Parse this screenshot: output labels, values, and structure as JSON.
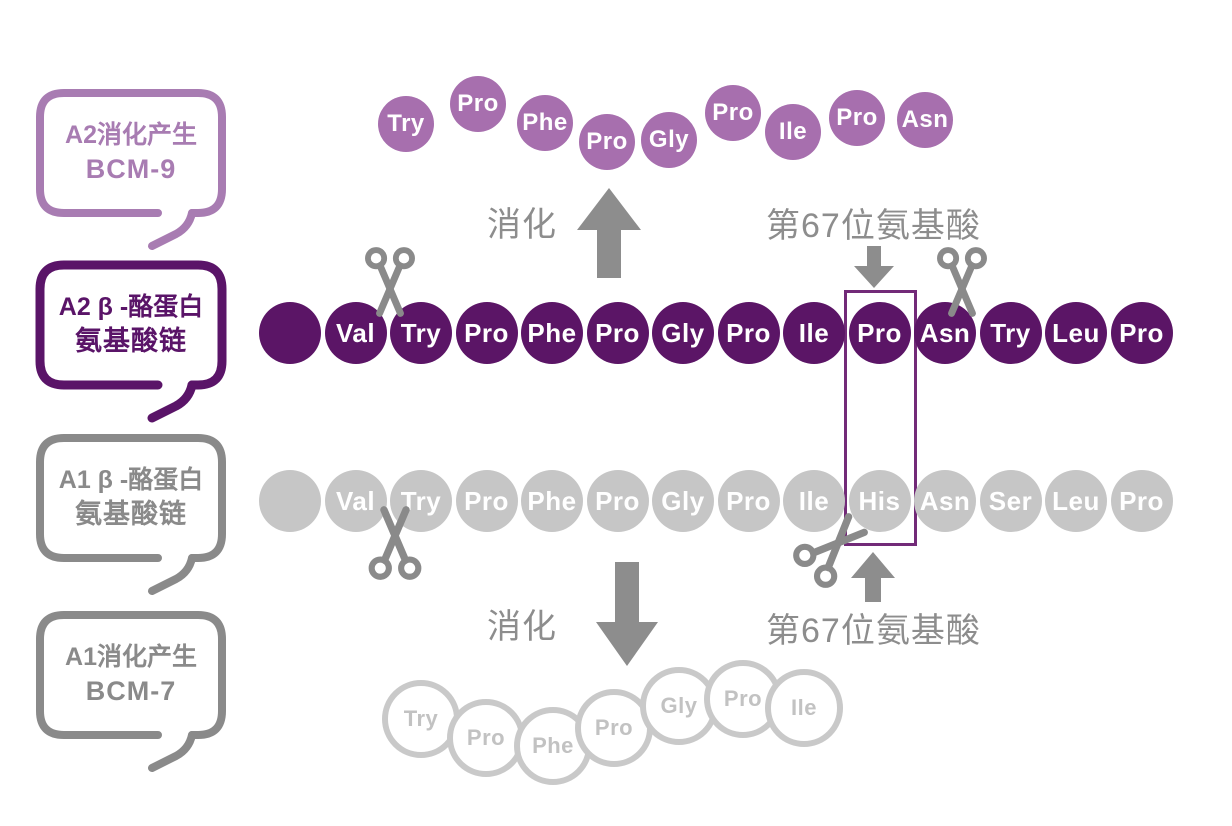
{
  "colors": {
    "a2_node": "#5b1566",
    "bcm9_node": "#a76fae",
    "a1_node": "#c6c6c6",
    "bcm7_node_border": "#c9c9c9",
    "bcm7_node_text": "#c2c2c2",
    "node_text": "#ffffff",
    "annotation_gray": "#8d8d8d",
    "highlight_box": "#722a78",
    "bubble_a2_product": "#a87cb2",
    "bubble_a2_chain": "#5a1468",
    "bubble_gray": "#8a8a8a"
  },
  "bubbles": [
    {
      "id": "a2-bcm9",
      "line1": "A2消化产生",
      "line2": "BCM-9",
      "color": "#a87cb2"
    },
    {
      "id": "a2-chain",
      "line1": "A2 β -酪蛋白",
      "line2": "氨基酸链",
      "color": "#5a1468"
    },
    {
      "id": "a1-chain",
      "line1": "A1 β -酪蛋白",
      "line2": "氨基酸链",
      "color": "#8a8a8a"
    },
    {
      "id": "a1-bcm7",
      "line1": "A1消化产生",
      "line2": "BCM-7",
      "color": "#8a8a8a"
    }
  ],
  "chains": {
    "bcm9": {
      "style": "light-purple",
      "residues": [
        "Try",
        "Pro",
        "Phe",
        "Pro",
        "Gly",
        "Pro",
        "Ile",
        "Pro",
        "Asn"
      ]
    },
    "a2": {
      "style": "dark-purple",
      "residues": [
        "",
        "Val",
        "Try",
        "Pro",
        "Phe",
        "Pro",
        "Gly",
        "Pro",
        "Ile",
        "Pro",
        "Asn",
        "Try",
        "Leu",
        "Pro"
      ],
      "position67_residue": "Pro",
      "position67_index": 9
    },
    "a1": {
      "style": "gray",
      "residues": [
        "",
        "Val",
        "Try",
        "Pro",
        "Phe",
        "Pro",
        "Gly",
        "Pro",
        "Ile",
        "His",
        "Asn",
        "Ser",
        "Leu",
        "Pro"
      ],
      "position67_residue": "His",
      "position67_index": 9
    },
    "bcm7": {
      "style": "outline-gray",
      "residues": [
        "Try",
        "Pro",
        "Phe",
        "Pro",
        "Gly",
        "Pro",
        "Ile"
      ]
    }
  },
  "annotations": {
    "digest_top": "消化",
    "digest_bottom": "消化",
    "position67_top": "第67位氨基酸",
    "position67_bottom": "第67位氨基酸"
  }
}
